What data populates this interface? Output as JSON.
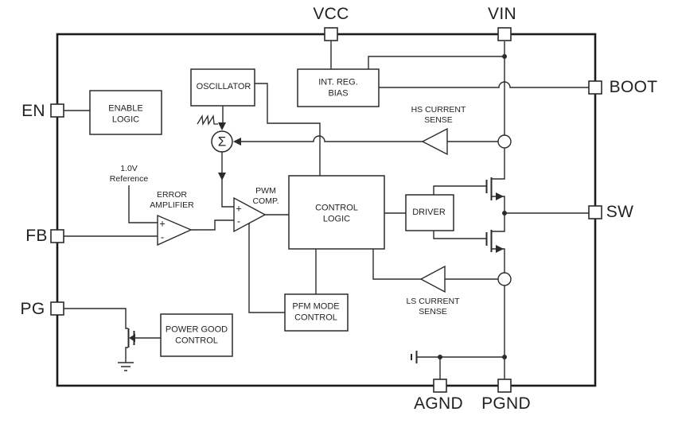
{
  "colors": {
    "line": "#2b2b2b",
    "border": "#1c1c1c",
    "text": "#231f20",
    "background": "#ffffff"
  },
  "pins": {
    "vcc": "VCC",
    "vin": "VIN",
    "en": "EN",
    "fb": "FB",
    "pg": "PG",
    "boot": "BOOT",
    "sw": "SW",
    "agnd": "AGND",
    "pgnd": "PGND"
  },
  "blocks": {
    "enable_logic": "ENABLE\nLOGIC",
    "oscillator": "OSCILLATOR",
    "int_reg_bias": "INT. REG.\nBIAS",
    "control_logic": "CONTROL\nLOGIC",
    "driver": "DRIVER",
    "pfm_mode_control": "PFM MODE\nCONTROL",
    "power_good_control": "POWER GOOD\nCONTROL"
  },
  "annotations": {
    "reference": "1.0V\nReference",
    "error_amplifier": "ERROR\nAMPLIFIER",
    "pwm_comp": "PWM\nCOMP.",
    "hs_current_sense": "HS CURRENT\nSENSE",
    "ls_current_sense": "LS CURRENT\nSENSE"
  },
  "symbols": {
    "sigma": "Σ",
    "plus": "+",
    "minus": "-"
  }
}
